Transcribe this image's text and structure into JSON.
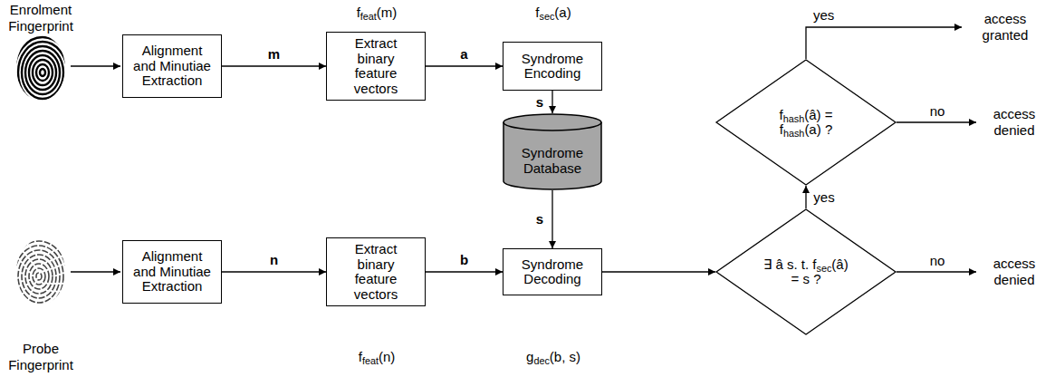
{
  "diagram": {
    "nodes": [
      {
        "text": [
          "Alignment and Minutiae Extraction"
        ]
      },
      {
        "text": [
          "Extract binary feature vectors",
          "ffeat(m)"
        ]
      },
      {
        "text": [
          "Syndrome Encoding",
          "fsec(a)"
        ]
      },
      {
        "text": [
          "Syndrome Database"
        ]
      },
      {
        "text": [
          "Alignment and Minutiae Extraction"
        ]
      },
      {
        "text": [
          "Extract binary feature vectors",
          "ffeat(n)"
        ]
      },
      {
        "text": [
          "Syndrome Decoding",
          "gdec(b, s)"
        ]
      },
      {
        "text": [
          "∃ â s. t. fsec(â) = s ?"
        ]
      },
      {
        "text": [
          "fhash(â) = fhash(a) ?"
        ]
      }
    ],
    "edges": [
      {
        "from": 0,
        "to": 1,
        "label": "m",
        "arrow": "to"
      },
      {
        "from": 1,
        "to": 2,
        "label": "a",
        "arrow": "to"
      },
      {
        "from": 2,
        "to": 3,
        "label": "s",
        "arrow": "to"
      },
      {
        "from": 3,
        "to": 6,
        "label": "s",
        "arrow": "to"
      },
      {
        "from": 4,
        "to": 5,
        "label": "n",
        "arrow": "to"
      },
      {
        "from": 5,
        "to": 6,
        "label": "b",
        "arrow": "to"
      },
      {
        "from": 6,
        "to": 7,
        "arrow": "to"
      },
      {
        "from": 7,
        "to": 8,
        "label": "yes",
        "arrow": "to"
      }
    ],
    "labels": [
      "Enrolment Fingerprint",
      "Probe Fingerprint",
      "yes",
      "access granted",
      "no",
      "access denied",
      "no",
      "access denied"
    ]
  }
}
